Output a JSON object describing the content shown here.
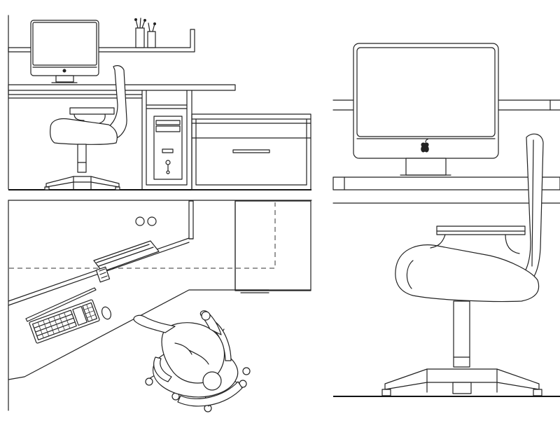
{
  "drawing": {
    "views": [
      {
        "id": "front-elevation",
        "icon": "desk-workstation-elevation"
      },
      {
        "id": "plan-view",
        "icon": "desk-workstation-plan"
      },
      {
        "id": "side-elevation",
        "icon": "desk-chair-monitor-side"
      }
    ],
    "stroke_color": "#222222",
    "background": "#ffffff"
  }
}
